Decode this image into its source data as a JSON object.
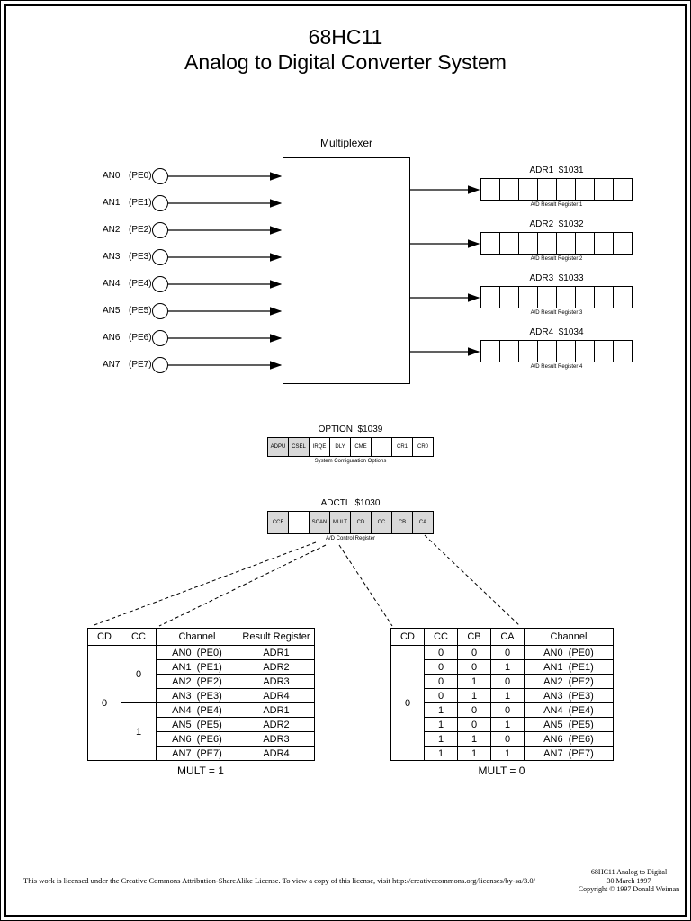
{
  "page": {
    "title_line1": "68HC11",
    "title_line2": "Analog to Digital Converter System"
  },
  "multiplexer": {
    "label": "Multiplexer"
  },
  "inputs": [
    {
      "name": "AN0",
      "pin": "(PE0)"
    },
    {
      "name": "AN1",
      "pin": "(PE1)"
    },
    {
      "name": "AN2",
      "pin": "(PE2)"
    },
    {
      "name": "AN3",
      "pin": "(PE3)"
    },
    {
      "name": "AN4",
      "pin": "(PE4)"
    },
    {
      "name": "AN5",
      "pin": "(PE5)"
    },
    {
      "name": "AN6",
      "pin": "(PE6)"
    },
    {
      "name": "AN7",
      "pin": "(PE7)"
    }
  ],
  "result_registers": [
    {
      "title": "ADR1  $1031",
      "caption": "A/D Result Register 1"
    },
    {
      "title": "ADR2  $1032",
      "caption": "A/D Result Register 2"
    },
    {
      "title": "ADR3  $1033",
      "caption": "A/D Result Register 3"
    },
    {
      "title": "ADR4  $1034",
      "caption": "A/D Result Register 4"
    }
  ],
  "option_register": {
    "title": "OPTION  $1039",
    "caption": "System Configuration Options",
    "bits": [
      "ADPU",
      "CSEL",
      "IRQE",
      "DLY",
      "CME",
      "",
      "CR1",
      "CR0"
    ]
  },
  "adctl_register": {
    "title": "ADCTL  $1030",
    "caption": "A/D Control Register",
    "bits": [
      "CCF",
      "",
      "SCAN",
      "MULT",
      "CD",
      "CC",
      "CB",
      "CA"
    ]
  },
  "mult1_table": {
    "caption": "MULT = 1",
    "headers": [
      "CD",
      "CC",
      "Channel",
      "Result Register"
    ],
    "cd": "0",
    "cc_low": "0",
    "cc_high": "1",
    "rows": [
      {
        "channel": "AN0  (PE0)",
        "register": "ADR1"
      },
      {
        "channel": "AN1  (PE1)",
        "register": "ADR2"
      },
      {
        "channel": "AN2  (PE2)",
        "register": "ADR3"
      },
      {
        "channel": "AN3  (PE3)",
        "register": "ADR4"
      },
      {
        "channel": "AN4  (PE4)",
        "register": "ADR1"
      },
      {
        "channel": "AN5  (PE5)",
        "register": "ADR2"
      },
      {
        "channel": "AN6  (PE6)",
        "register": "ADR3"
      },
      {
        "channel": "AN7  (PE7)",
        "register": "ADR4"
      }
    ]
  },
  "mult0_table": {
    "caption": "MULT = 0",
    "headers": [
      "CD",
      "CC",
      "CB",
      "CA",
      "Channel"
    ],
    "cd": "0",
    "rows": [
      {
        "cc": "0",
        "cb": "0",
        "ca": "0",
        "channel": "AN0  (PE0)"
      },
      {
        "cc": "0",
        "cb": "0",
        "ca": "1",
        "channel": "AN1  (PE1)"
      },
      {
        "cc": "0",
        "cb": "1",
        "ca": "0",
        "channel": "AN2  (PE2)"
      },
      {
        "cc": "0",
        "cb": "1",
        "ca": "1",
        "channel": "AN3  (PE3)"
      },
      {
        "cc": "1",
        "cb": "0",
        "ca": "0",
        "channel": "AN4  (PE4)"
      },
      {
        "cc": "1",
        "cb": "0",
        "ca": "1",
        "channel": "AN5  (PE5)"
      },
      {
        "cc": "1",
        "cb": "1",
        "ca": "0",
        "channel": "AN6  (PE6)"
      },
      {
        "cc": "1",
        "cb": "1",
        "ca": "1",
        "channel": "AN7  (PE7)"
      }
    ]
  },
  "footer": {
    "license": "This work is licensed under the Creative Commons Attribution-ShareAlike License.  To view a copy of this license, visit  http://creativecommons.org/licenses/by-sa/3.0/",
    "doc_title": "68HC11 Analog to Digital",
    "doc_date": "30 March 1997",
    "copyright": "Copyright © 1997 Donald Weiman"
  },
  "colors": {
    "background": "#ffffff",
    "line": "#000000",
    "shaded_cell": "#d9d9d9"
  }
}
